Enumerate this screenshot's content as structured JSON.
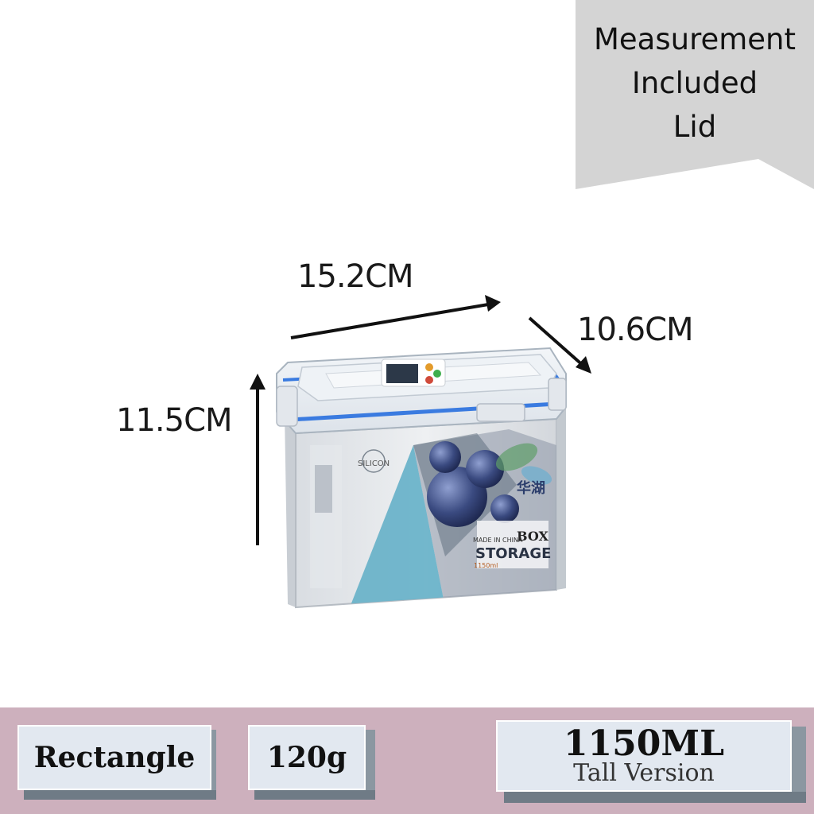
{
  "banner": {
    "lines": [
      "Measurement",
      "Included",
      "Lid"
    ],
    "color": "#d4d4d4"
  },
  "dimensions": {
    "length": "15.2CM",
    "width": "10.6CM",
    "height": "11.5CM"
  },
  "product_label": {
    "brand": "华湖",
    "silicon": "SILICON",
    "made_in": "MADE IN CHINA",
    "box": "BOX",
    "storage": "STORAGE",
    "capacity": "1150ml"
  },
  "specs": {
    "shape": "Rectangle",
    "weight": "120g",
    "volume": "1150ML",
    "version": "Tall Version"
  },
  "colors": {
    "band": "#cdb0bd",
    "block_face": "#e2e8f0",
    "lid_seal": "#3a7be0"
  }
}
